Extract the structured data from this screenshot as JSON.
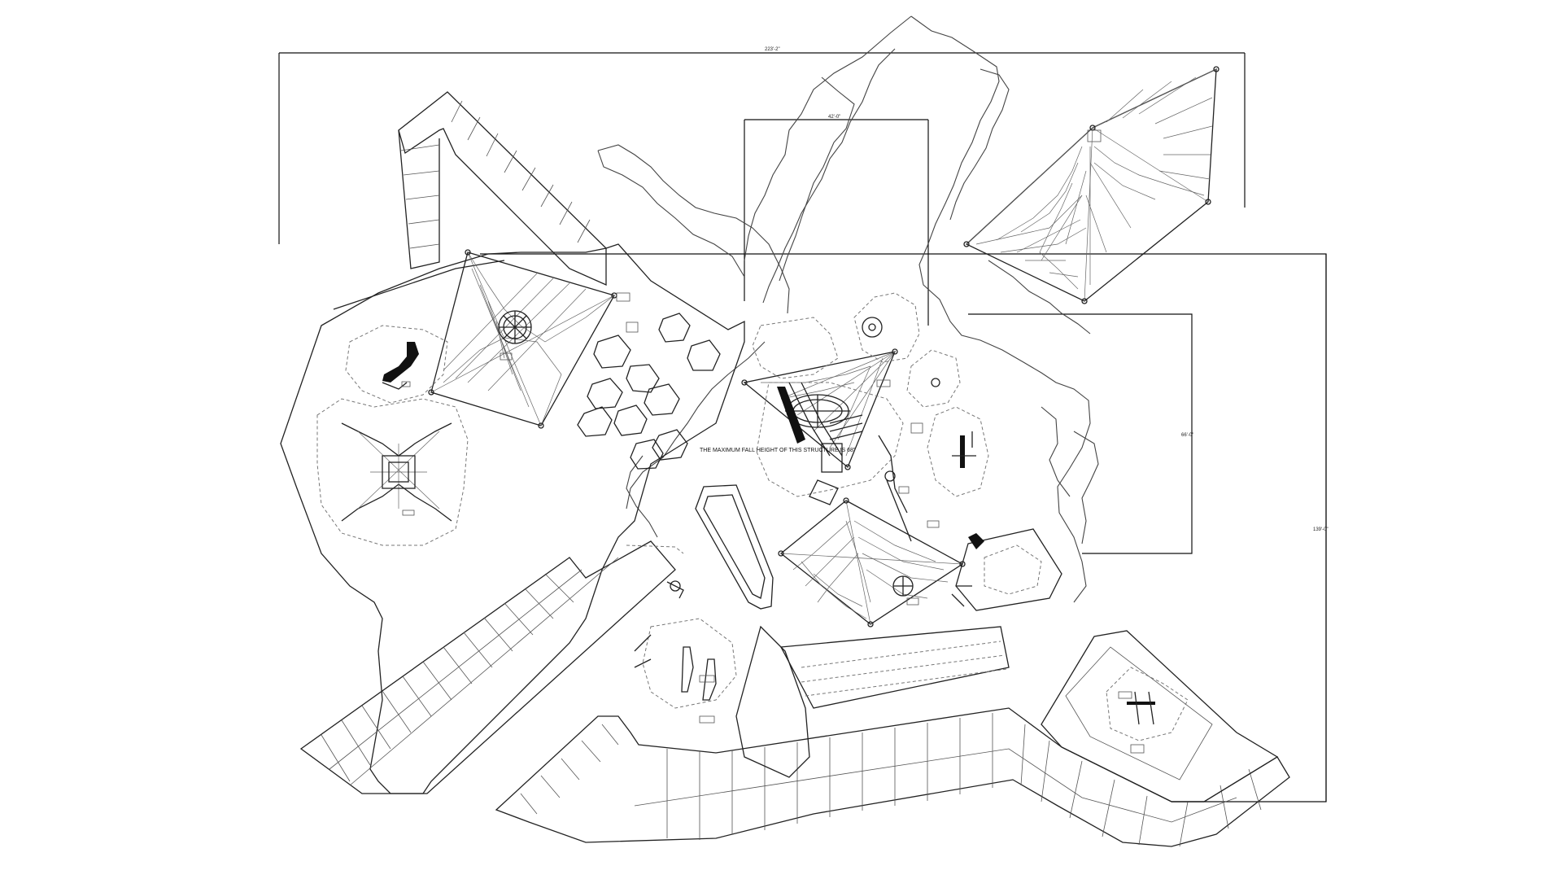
{
  "drawing": {
    "dimensions": {
      "overall_width": "223'-2\"",
      "inner_width": "42'-0\"",
      "right_height": "66'-0\"",
      "overall_height": "139'-0\""
    },
    "notes": {
      "fall_height": "THE MAXIMUM FALL HEIGHT OF THIS STRUCTURE IS 68\""
    }
  }
}
